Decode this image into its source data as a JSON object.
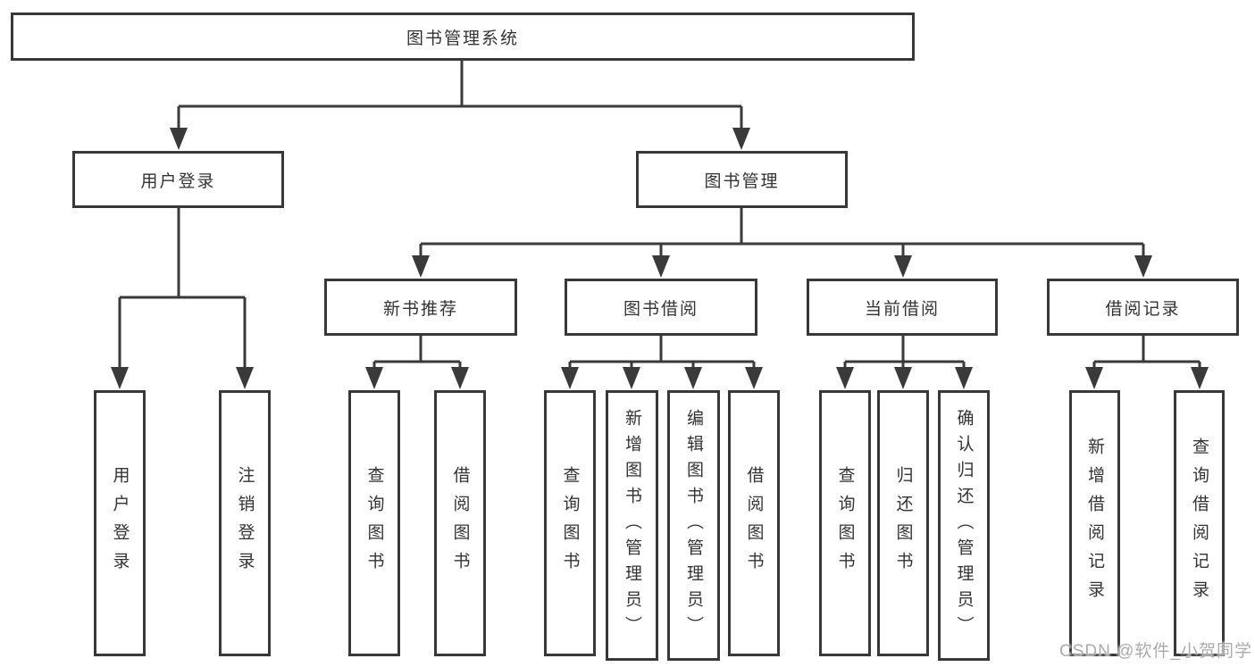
{
  "colors": {
    "line": "#3a3a3a",
    "box_border": "#383838",
    "box_fill": "#ffffff",
    "text": "#333333",
    "watermark_text": "#ababab",
    "background": "#ffffff"
  },
  "tree": {
    "label": "图书管理系统",
    "children": [
      {
        "label": "用户登录",
        "children": [
          {
            "label": "用户登录"
          },
          {
            "label": "注销登录"
          }
        ]
      },
      {
        "label": "图书管理",
        "children": [
          {
            "label": "新书推荐",
            "children": [
              {
                "label": "查询图书"
              },
              {
                "label": "借阅图书"
              }
            ]
          },
          {
            "label": "图书借阅",
            "children": [
              {
                "label": "查询图书"
              },
              {
                "label": "新增图书（管理员）"
              },
              {
                "label": "编辑图书（管理员）"
              },
              {
                "label": "借阅图书"
              }
            ]
          },
          {
            "label": "当前借阅",
            "children": [
              {
                "label": "查询图书"
              },
              {
                "label": "归还图书"
              },
              {
                "label": "确认归还（管理员）"
              }
            ]
          },
          {
            "label": "借阅记录",
            "children": [
              {
                "label": "新增借阅记录"
              },
              {
                "label": "查询借阅记录"
              }
            ]
          }
        ]
      }
    ]
  },
  "watermark": {
    "text": "CSDN @软件_小贺同学"
  }
}
